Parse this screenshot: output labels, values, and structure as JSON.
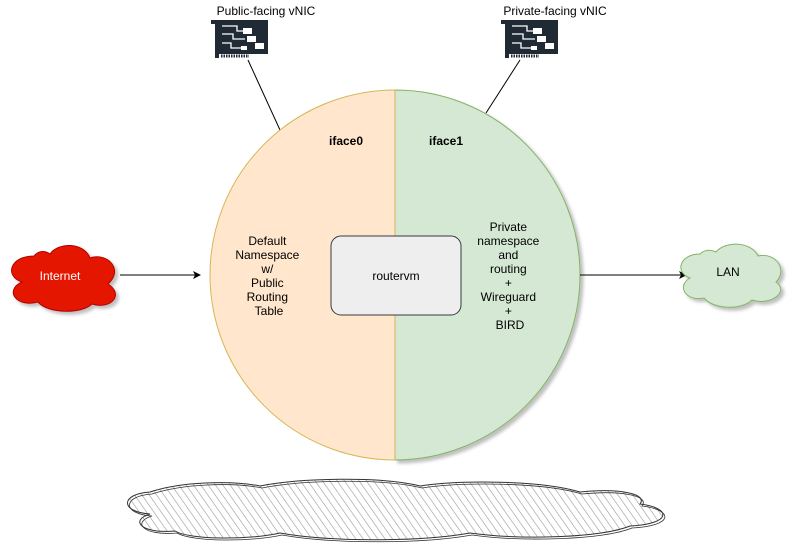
{
  "nics": {
    "public_label": "Public-facing vNIC",
    "private_label": "Private-facing vNIC"
  },
  "interfaces": {
    "iface0": "iface0",
    "iface1": "iface1"
  },
  "namespaces": {
    "default_lines": [
      "Default",
      "Namespace",
      "w/",
      "Public",
      "Routing",
      "Table"
    ],
    "private_lines": [
      "Private",
      "namespace",
      "and",
      "routing",
      "+",
      "Wireguard",
      "+",
      "BIRD"
    ]
  },
  "router": {
    "label": "routervm"
  },
  "internet": {
    "label": "Internet"
  },
  "lan": {
    "label": "LAN"
  },
  "colors": {
    "default_fill": "#ffe6cc",
    "default_stroke": "#d6b656",
    "private_fill": "#d5e8d4",
    "private_stroke": "#82b366",
    "router_fill": "#eeeeee",
    "internet_fill": "#e51400",
    "internet_stroke": "#b20000",
    "lan_fill": "#d5e8d4",
    "lan_stroke": "#82b366"
  },
  "icons": [
    "network-card-icon",
    "cloud-icon",
    "arrow-right-icon"
  ]
}
